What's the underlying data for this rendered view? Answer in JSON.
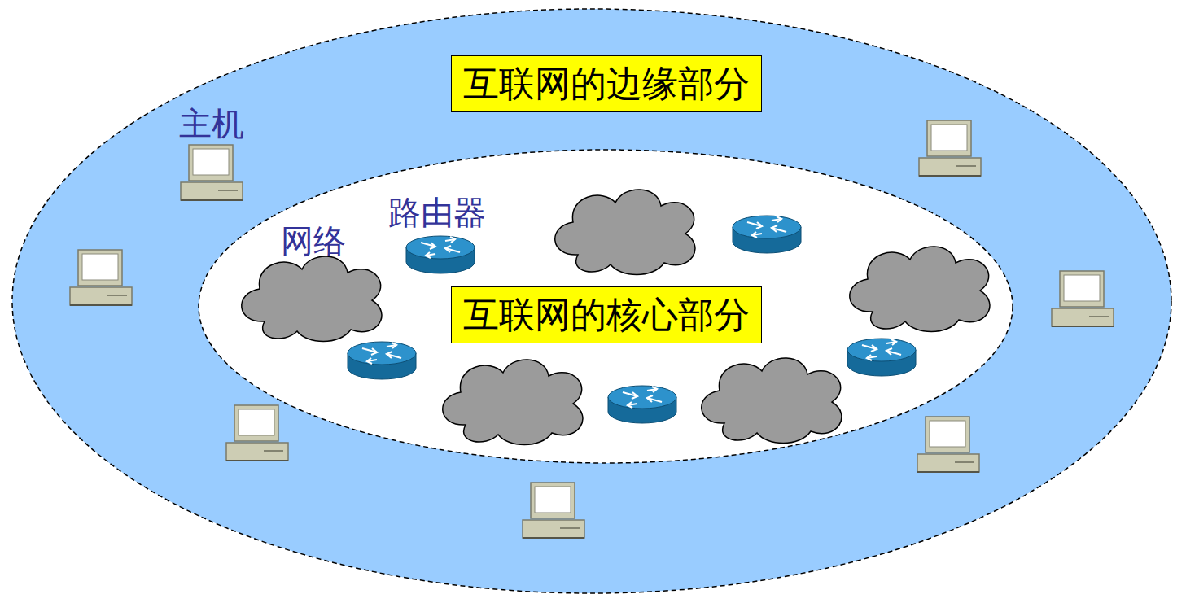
{
  "diagram": {
    "nodes": [
      {
        "text": [
          "互联网的边缘部分"
        ]
      },
      {
        "text": [
          "互联网的核心部分"
        ],
        "in": 0
      }
    ],
    "labels": [
      "主机",
      "网络",
      "路由器"
    ]
  }
}
